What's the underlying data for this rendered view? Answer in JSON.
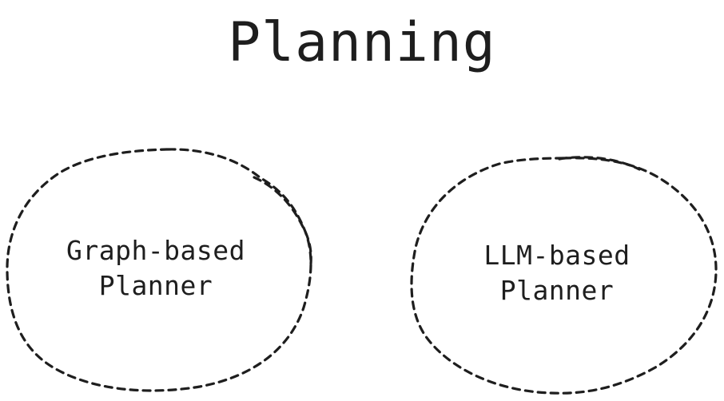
{
  "title": "Planning",
  "nodes": [
    {
      "line1": "Graph-based",
      "line2": "Planner"
    },
    {
      "line1": "LLM-based",
      "line2": "Planner"
    }
  ],
  "colors": {
    "stroke": "#1e1e1e",
    "background": "#ffffff"
  }
}
